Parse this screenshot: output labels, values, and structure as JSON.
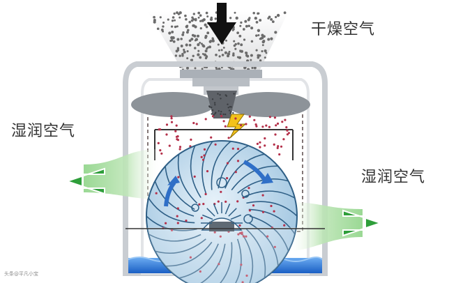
{
  "labels": {
    "dry_air": "干燥空气",
    "humid_air_left": "湿润空气",
    "humid_air_right": "湿润空气"
  },
  "watermark": "头条@平凡小宝",
  "colors": {
    "dry_particles": "#6b6b6b",
    "moist_particles": "#b4304a",
    "arrow_green": "#2e9e3a",
    "arrow_green_light": "#bfe6b8",
    "drum_blue": "#b9d6ea",
    "drum_line": "#2e5f86",
    "water": "#2f77d6",
    "housing": "#c9cdd2",
    "lightning": "#f3c21a"
  },
  "icons": {
    "down_arrow": "down-arrow-icon",
    "left_arrow": "left-arrow-icon",
    "right_arrow": "right-arrow-icon",
    "lightning": "lightning-icon",
    "fan": "fan-icon"
  }
}
